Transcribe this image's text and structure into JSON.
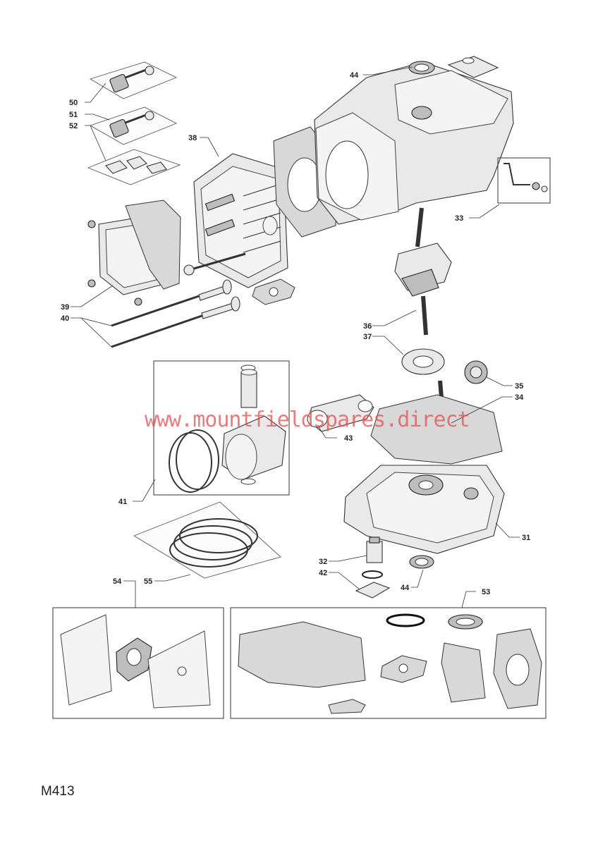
{
  "diagram": {
    "code": "M413",
    "watermark": "www.mountfieldspares.direct",
    "callouts": {
      "c50": "50",
      "c51": "51",
      "c52": "52",
      "c38": "38",
      "c44a": "44",
      "c33": "33",
      "c39": "39",
      "c40": "40",
      "c36": "36",
      "c37": "37",
      "c35": "35",
      "c34": "34",
      "c43": "43",
      "c41": "41",
      "c31": "31",
      "c32": "32",
      "c42": "42",
      "c44b": "44",
      "c54": "54",
      "c55": "55",
      "c53": "53"
    }
  }
}
